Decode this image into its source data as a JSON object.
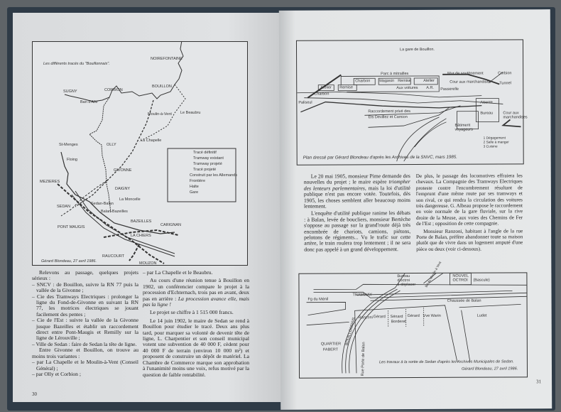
{
  "left_page": {
    "page_number": "30",
    "map": {
      "title": "Les différents tracés du \"Bouillonnais\".",
      "places": [
        "NOIREFONTAINE",
        "BOUILLON",
        "CORBION",
        "SUGNY",
        "Ban d'Alle",
        "Moulin-à-Vent",
        "Le Beaubru",
        "La Chapelle",
        "St-Menges",
        "OLLY",
        "Floing",
        "GIVONNE",
        "MEZIERES",
        "DAIGNY",
        "La Moncelle",
        "Sedan-Balan",
        "SEDAN",
        "Balan-Bazeilles",
        "BAZEILLES",
        "CARIGNAN",
        "PONT MAUGIS",
        "LA CHIERS",
        "RAUCOURT",
        "MOUZON"
      ],
      "legend": [
        "Tracé définitif",
        "Tramway existant",
        "Tramway projeté",
        "Tracé projeté",
        "Construit par les Allemands",
        "Frontière",
        "Halte",
        "Gare"
      ],
      "credit": "Gérard Blondeau, 27 avril 1986."
    },
    "col1": {
      "p1": "Relevons au passage, quelques projets sérieux :",
      "items": [
        "– SNCV : de Bouillon, suivre la RN 77 puis la vallée de la Givonne ;",
        "– Cie des Tramways Electriques : prolonger la ligne du Fond-de-Givonne en suivant la RN 77, les motrices électriques se jouant facilement des pentes ;",
        "– Cie de l'Est : suivre la vallée de la Givonne jusque Bazeilles et établir un raccordement direct entre Pont-Maugis et Remilly sur la ligne de Lérouville ;",
        "– Ville de Sedan : faire de Sedan la tête de ligne."
      ],
      "p2": "Entre Givonne et Bouillon, on trouve au moins trois variantes :",
      "variants": [
        "– par La Chapelle et le Moulin-à-Vent (Conseil Général) ;",
        "– par Olly et Corbion ;"
      ]
    },
    "col2": {
      "variant3": "– par La Chapelle et le Beaubru.",
      "p1": "Au cours d'une réunion tenue à Bouillon en 1902, un conférencier compare le projet à la procession d'Echternach, trois pas en avant, deux pas en arrière : ",
      "p1_italic": "La procession avance elle, mais pas la ligne !",
      "p2": "Le projet se chiffre à 1 515 000 francs.",
      "p3": "Le 14 juin 1902, le maire de Sedan se rend à Bouillon pour étudier le tracé. Deux ans plus tard, pour marquer sa volonté de devenir tête de ligne, L. Charpentier et son conseil municipal votent une subvention de 40 000 F, cèdent pour 40 000 F de terrain (environ 10 000 m²) et proposent de construire un dépôt de matériel. La Chambre de Commerce marque son approbation à l'unanimité moins une voix, refus motivé par la question de faible rentabilité."
    }
  },
  "right_page": {
    "page_number": "31",
    "station_plan": {
      "title": "La gare de Bouillon.",
      "labels": [
        "Parc à mitrailles",
        "Charbon",
        "Magasin",
        "Remise",
        "Atelier",
        "Remise",
        "Atelier",
        "Charbon",
        "Aux voitures",
        "A.R.",
        "Mur de soutènement",
        "Cour aux marchandises",
        "Passerelle",
        "Corbion",
        "Tunnel",
        "Paliseul",
        "Raccordement privé des",
        "Ets Devillez et Camion",
        "Attente",
        "Bureau",
        "Cour aux marchandises",
        "Bâtiment voyageurs"
      ],
      "key": [
        "1 Dégagement",
        "2 Salle à manger",
        "3 Cuisine"
      ],
      "caption": "Plan dressé par Gérard Blondeau d'après les Archives de la SNVC, mars 1985."
    },
    "col1": {
      "p1a": "Le 20 mai 1905, monsieur Pime demande des nouvelles du projet ; le maire espère ",
      "p1_italic": "triompher des lenteurs parlementaires",
      "p1b": ", mais la loi d'utilité publique n'est pas encore votée. Toutefois, dès 1905, les choses semblent aller beaucoup moins lentement.",
      "p2": "L'enquête d'utilité publique ranime les débats : à Balan, levée de boucliers, monsieur Bertèche s'oppose au passage sur la grand'route déjà très encombrée de chariots, camions, piétons, pelotons de régiments... Vu le trafic sur cette artère, le train roulera trop lentement ; il ne sera donc pas appelé à un grand développement."
    },
    "col2": {
      "p1": "De plus, le passage des locomotives effraiera les chevaux. La Compagnie des Tramways Electriques proteste contre l'encombrement résultant de l'emprunt d'une même route par ses tramways et son rival, ce qui rendra la circulation des voitures très dangereuse. G. Albeau propose le raccordement en voie normale de la gare fluviale, sur la rive droite de la Meuse, aux voies des Chemins de Fer de l'Est ; opposition de cette compagnie.",
      "p2": "Monsieur Ranzoni, habitant à l'angle de la rue Porte de Balan, préfère abandonner toute sa maison plutôt que de vivre dans un logement amputé d'une pièce ou deux (voir ci-dessous)."
    },
    "street_plan": {
      "labels": [
        "Bureau",
        "d'octroi",
        "à déplacer",
        "Bd du Moulin à Vent",
        "NOUVEL",
        "OCTROI",
        "(Bascule)",
        "TRAMWAY",
        "Fg du Ménil",
        "Chaussée de Balan",
        "Ranzoni",
        "Gérard",
        "Sénard",
        "Borderel",
        "Gérard",
        "Vve Warin",
        "Ludet",
        "BOUILLONNAIS",
        "QUARTIER",
        "FABERT",
        "Rue Porte de Balan"
      ],
      "caption1": "Les travaux à la sortie de Sedan d'après les Archives Municipales de Sedan.",
      "caption2": "Gérard Blondeau, 27 avril 1986."
    }
  }
}
